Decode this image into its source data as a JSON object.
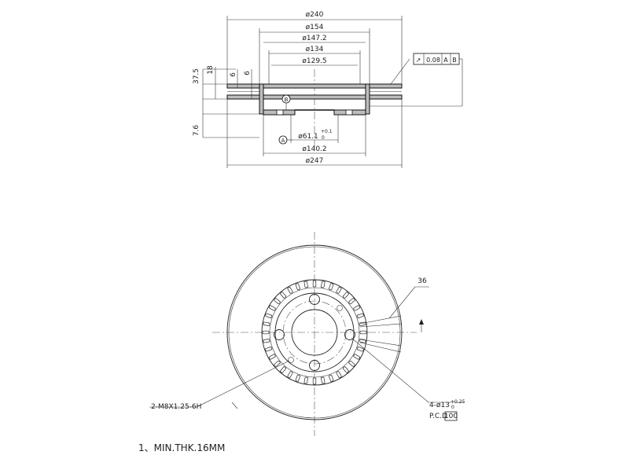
{
  "dimensions": {
    "d240": "ø240",
    "d154": "ø154",
    "d147": "ø147.2",
    "d134": "ø134",
    "d129": "ø129.5",
    "d61_main": "ø61.1",
    "d61_tol_upper": "+0.1",
    "d61_tol_lower": "0",
    "d140": "ø140.2",
    "d247": "ø247",
    "h37": "37.5",
    "h18": "18",
    "t6a": "6",
    "t6b": "6",
    "h76": "7.6"
  },
  "datums": {
    "a": "A",
    "b": "B"
  },
  "tolerance_frame": {
    "symbol": "↗",
    "value": "0.08",
    "datum1": "A",
    "datum2": "B"
  },
  "plan_view": {
    "vane_count": "36",
    "thread_note": "2-M8X1.25-6H",
    "hole_main": "4-ø13",
    "hole_tol_upper": "+0.25",
    "hole_tol_lower": "0",
    "pcd_label": "P.C.D",
    "pcd_value": "100"
  },
  "notes": {
    "min_thickness": "1、MIN.THK.16MM"
  }
}
